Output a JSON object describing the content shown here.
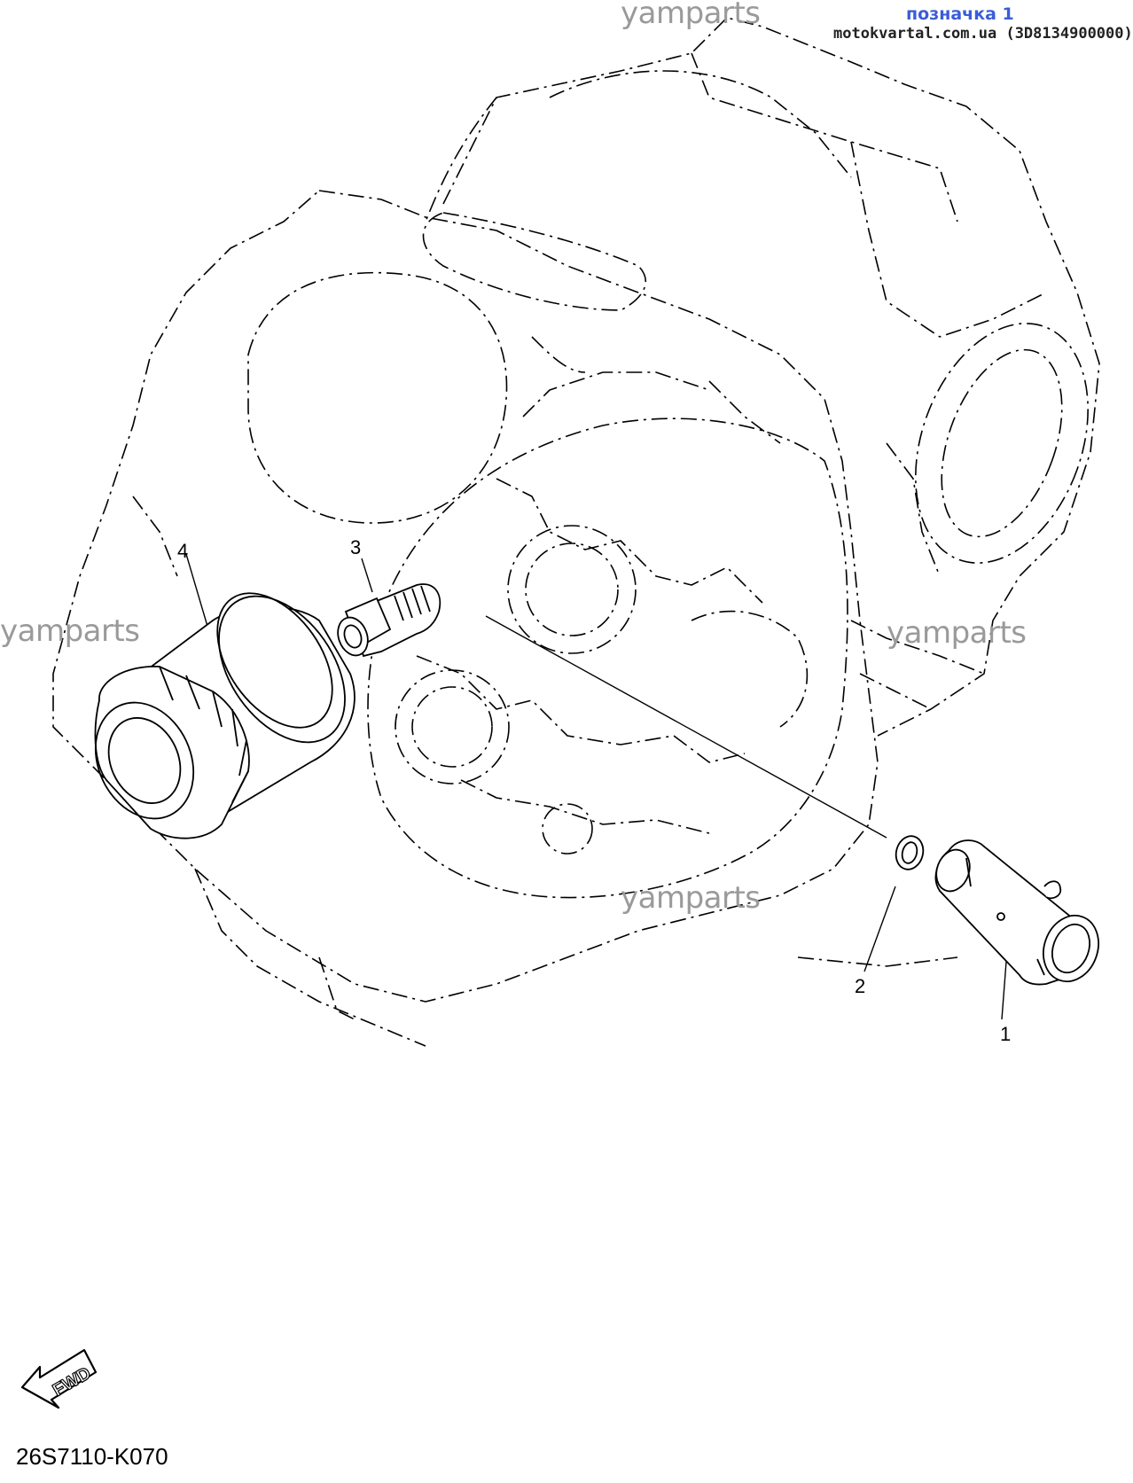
{
  "header": {
    "label": "позначка 1",
    "site": "motokvartal.com.ua (3D8134900000)"
  },
  "watermarks": [
    "yamparts",
    "yamparts",
    "yamparts",
    "yamparts"
  ],
  "callouts": {
    "part_1": "1",
    "part_2": "2",
    "part_3": "3",
    "part_4": "4"
  },
  "fwd_arrow": {
    "text": "FWD",
    "icon": "fwd-arrow-icon"
  },
  "diagram_code": "26S7110-K070",
  "colors": {
    "line": "#000000",
    "watermark": "#9a9a9a",
    "header_label": "#3a5cd8"
  }
}
